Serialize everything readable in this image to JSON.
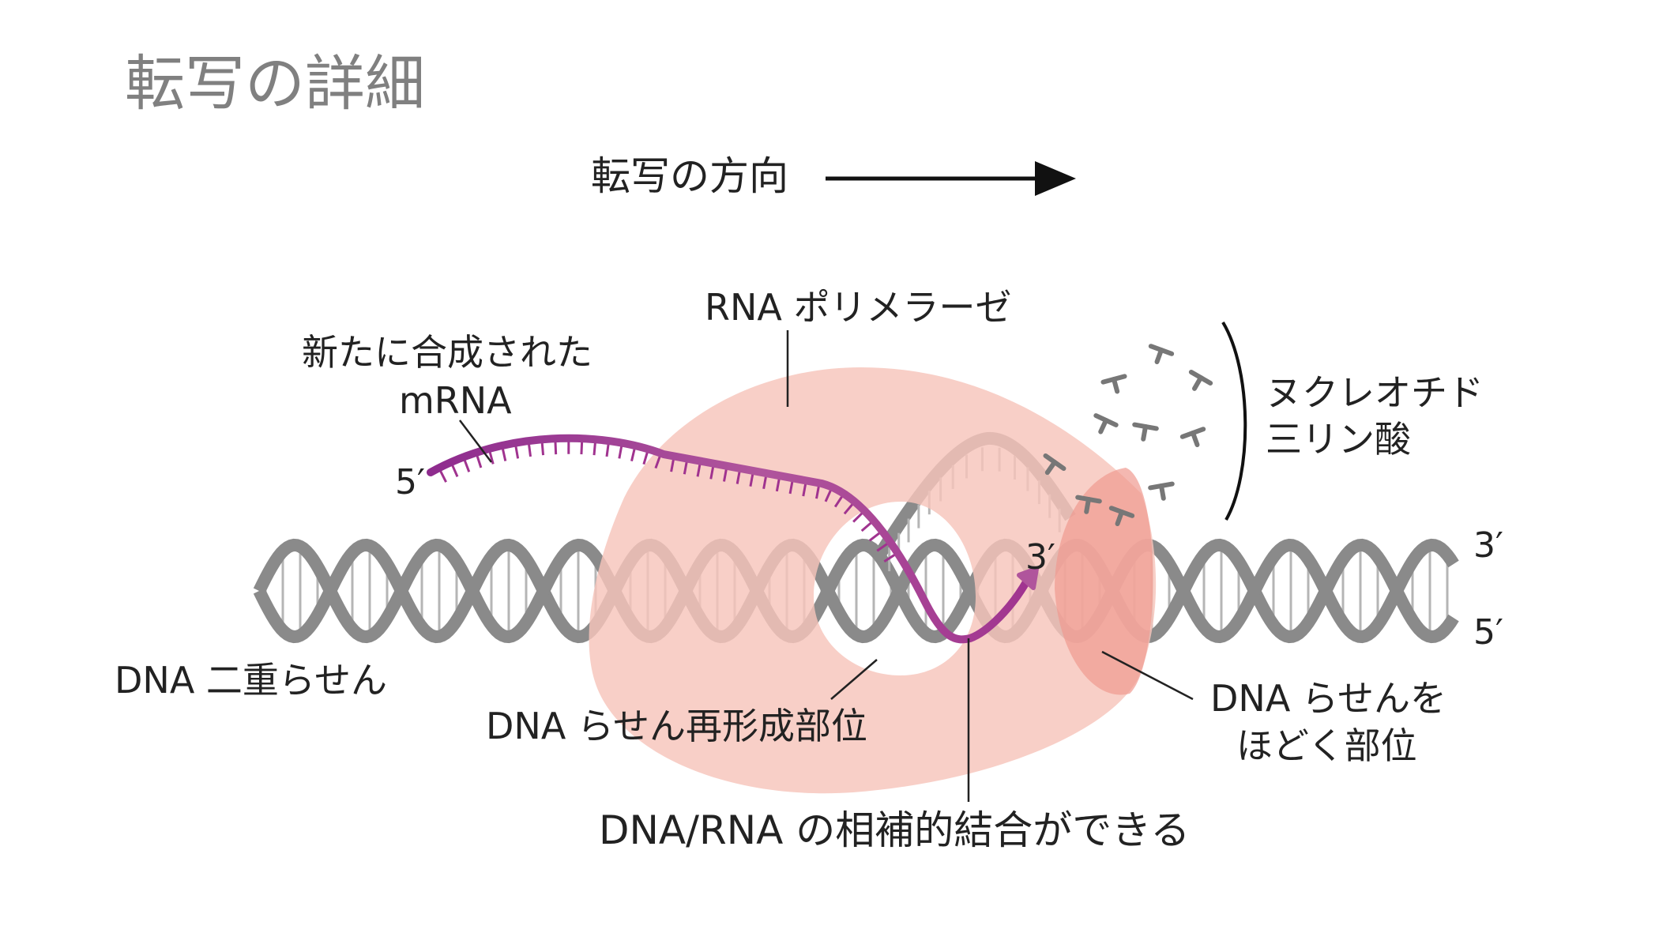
{
  "title": "転写の詳細",
  "direction_label": "転写の方向",
  "labels": {
    "rna_polymerase": "RNA ポリメラーゼ",
    "new_mrna_line1": "新たに合成された",
    "new_mrna_line2": "mRNA",
    "nucleotide_line1": "ヌクレオチド",
    "nucleotide_line2": "三リン酸",
    "dna_double_helix": "DNA 二重らせん",
    "rewinding_site": "DNA らせん再形成部位",
    "unwinding_line1": "DNA らせんを",
    "unwinding_line2": "ほどく部位",
    "complementary": "DNA/RNA の相補的結合ができる",
    "mrna_5prime": "5′",
    "mrna_3prime": "3′",
    "dna_3prime": "3′",
    "dna_5prime": "5′"
  },
  "colors": {
    "title_gray": "#808080",
    "dna_gray": "#8a8a8a",
    "rungs_gray": "#b5b5b5",
    "polymerase_pink": "#f7c4bb",
    "unwind_pink": "#ef9a90",
    "mrna_purple": "#8e2b8e",
    "mrna_pink": "#c0569f",
    "text_dark": "#222222"
  }
}
